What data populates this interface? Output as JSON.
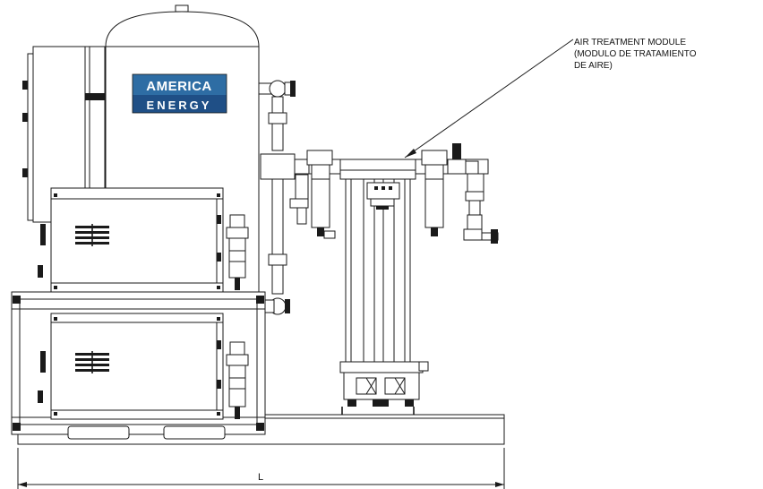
{
  "logo": {
    "line1": "AMERICA",
    "line2": "ENERGY",
    "colors": {
      "top": "#2e6da4",
      "bottom": "#1f4f86"
    }
  },
  "callout": {
    "line1": "AIR TREATMENT MODULE",
    "line2": "(MODULO DE TRATAMIENTO",
    "line3": "DE AIRE)"
  },
  "dimension": {
    "label": "L"
  }
}
